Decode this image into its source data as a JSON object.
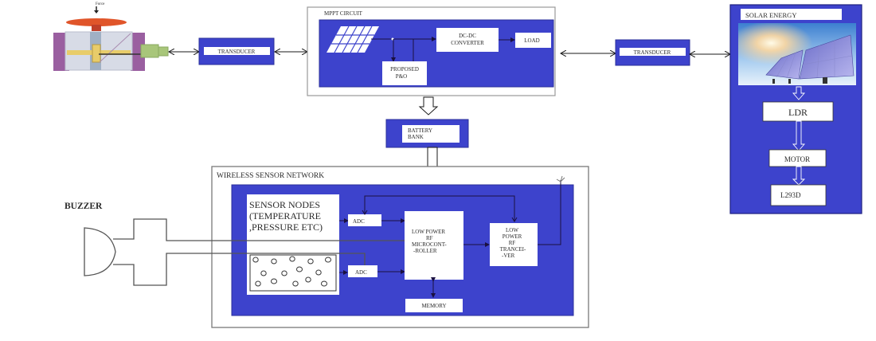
{
  "colors": {
    "panel_blue": "#3d43cc",
    "panel_border": "#2a2f9a",
    "box_white": "#ffffff",
    "line": "#1a1a1a",
    "valve_red": "#e0552a",
    "valve_purple": "#9a5fa0",
    "valve_green": "#a8c67a",
    "valve_gold": "#e8cc6a"
  },
  "pressure_sensor": {
    "force_label": "Force"
  },
  "transducer_left": {
    "label": "TRANSDUCER"
  },
  "transducer_right": {
    "label": "TRANSDUCER"
  },
  "mppt": {
    "title": "MPPT CIRCUIT",
    "converter_line1": "DC-DC",
    "converter_line2": "CONVERTER",
    "load": "LOAD",
    "po_line1": "PROPOSED",
    "po_line2": "P&O"
  },
  "battery": {
    "line1": "BATTERY",
    "line2": "BANK"
  },
  "solar": {
    "title": "SOLAR ENERGY",
    "ldr": "LDR",
    "motor": "MOTOR",
    "driver": "L293D"
  },
  "wsn": {
    "title": "WIRELESS SENSOR NETWORK",
    "sensor_nodes_line1": "SENSOR NODES",
    "sensor_nodes_line2": "(TEMPERATURE",
    "sensor_nodes_line3": ",PRESSURE ETC)",
    "adc_top": "ADC",
    "adc_bottom": "ADC",
    "mcu_line1": "LOW POWER",
    "mcu_line2": "RF",
    "mcu_line3": "MICROCONT-",
    "mcu_line4": "-ROLLER",
    "rf_line1": "LOW",
    "rf_line2": "POWER",
    "rf_line3": "RF",
    "rf_line4": "TRANCEI-",
    "rf_line5": "-VER",
    "memory": "MEMORY"
  },
  "buzzer": {
    "label": "BUZZER"
  }
}
